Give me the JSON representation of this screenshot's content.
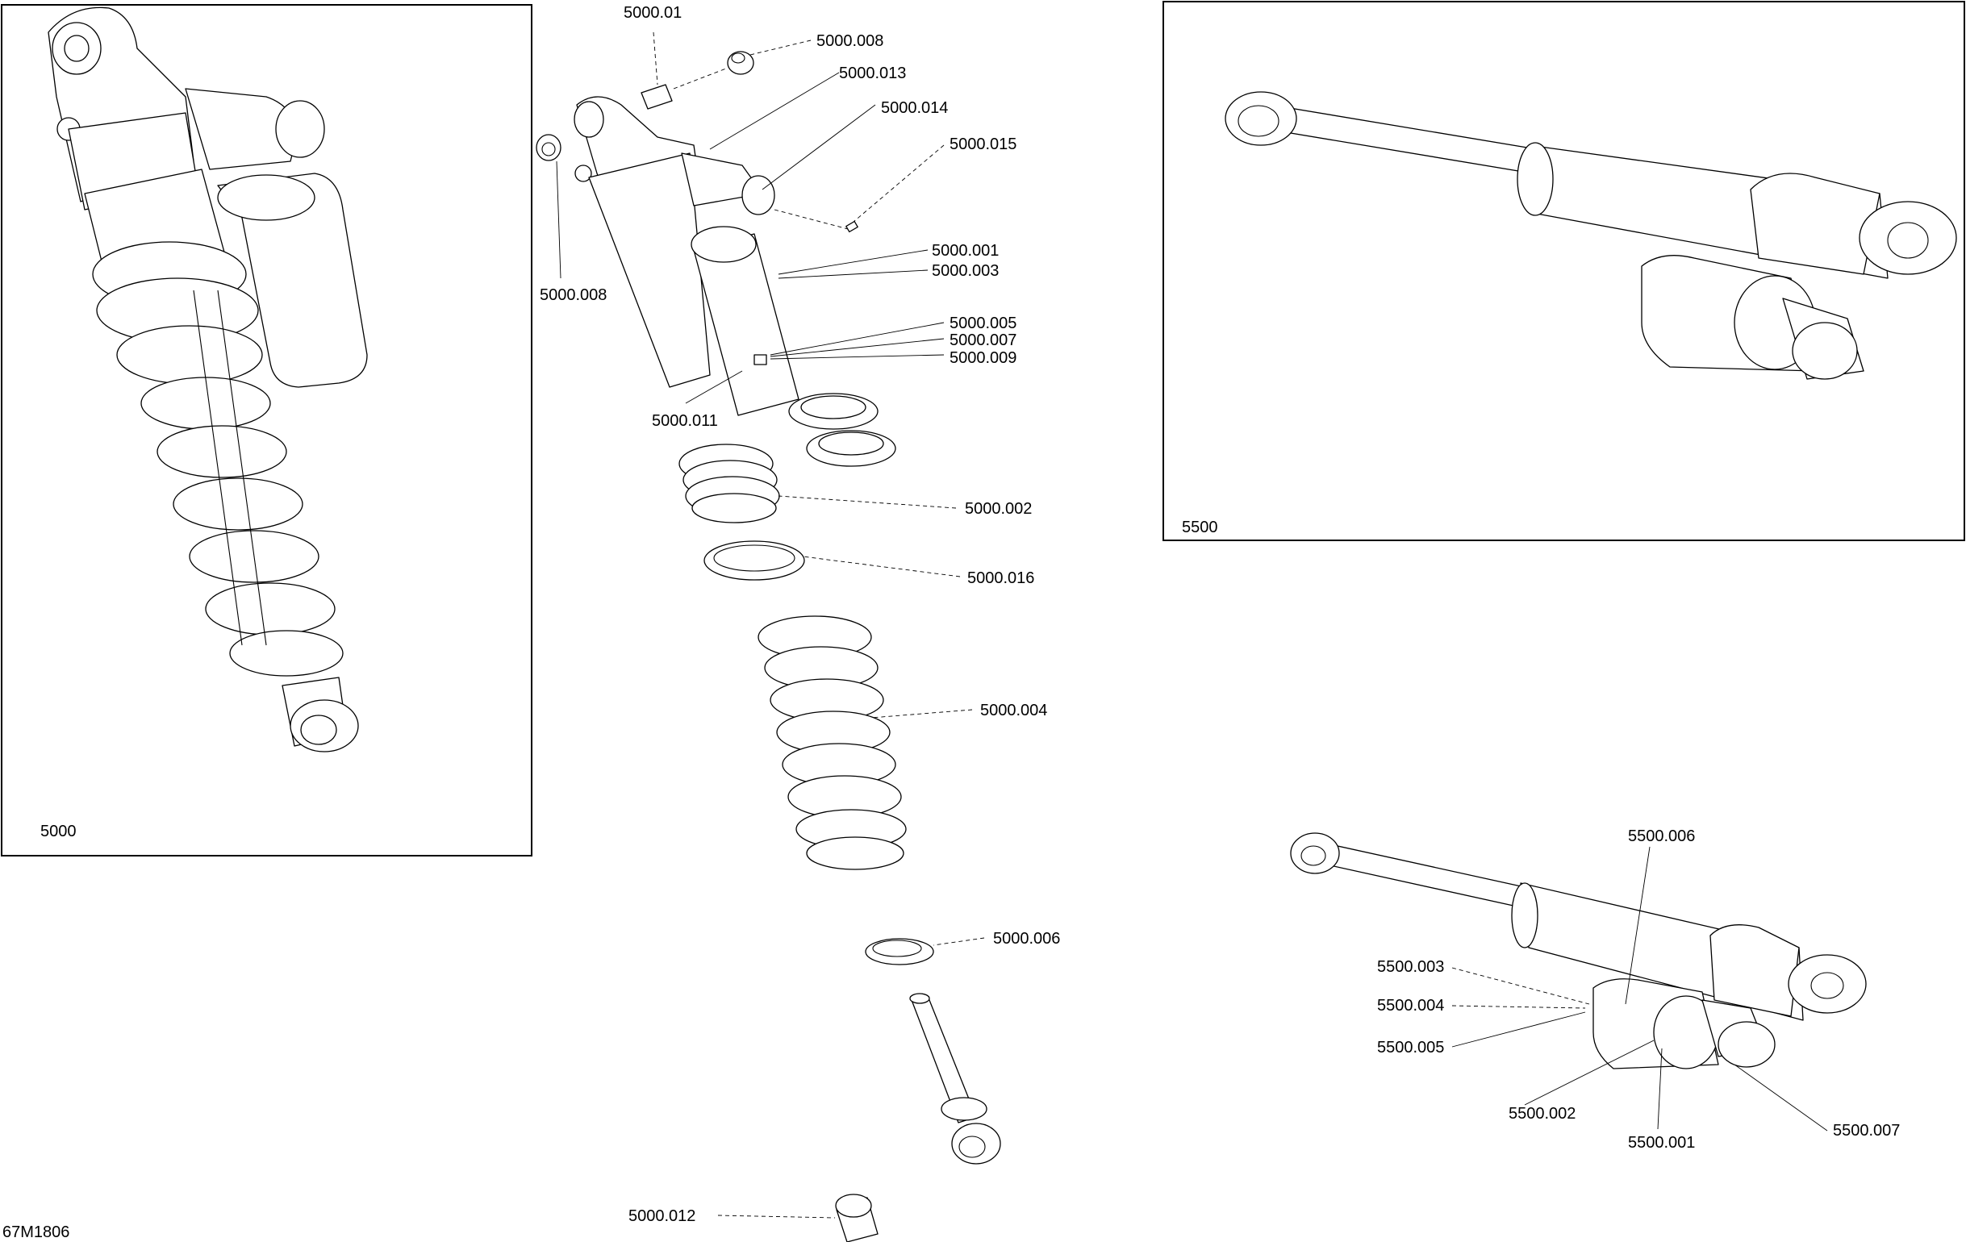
{
  "drawing_id": "67M1806",
  "views": [
    {
      "id": "assembly_5000",
      "label": "5000"
    },
    {
      "id": "assembly_5500",
      "label": "5500"
    }
  ],
  "callouts_5000": [
    "5000.01",
    "5000.008",
    "5000.013",
    "5000.014",
    "5000.015",
    "5000.008",
    "5000.001",
    "5000.003",
    "5000.005",
    "5000.007",
    "5000.009",
    "5000.011",
    "5000.002",
    "5000.016",
    "5000.004",
    "5000.006",
    "5000.012"
  ],
  "callouts_5500": [
    "5500.006",
    "5500.003",
    "5500.004",
    "5500.005",
    "5500.002",
    "5500.001",
    "5500.007"
  ],
  "parts": [
    {
      "id": "shock-body-5000"
    },
    {
      "id": "reservoir-5000"
    },
    {
      "id": "spring-5000"
    },
    {
      "id": "bushing-5000.008"
    },
    {
      "id": "sleeve-5000.01"
    },
    {
      "id": "spring-seat-5000.002"
    },
    {
      "id": "retainer-5000.016"
    },
    {
      "id": "clip-5000.006"
    },
    {
      "id": "rod-eye"
    },
    {
      "id": "bushing-5000.012"
    },
    {
      "id": "damper-5500"
    },
    {
      "id": "damper-5500-detail"
    }
  ]
}
